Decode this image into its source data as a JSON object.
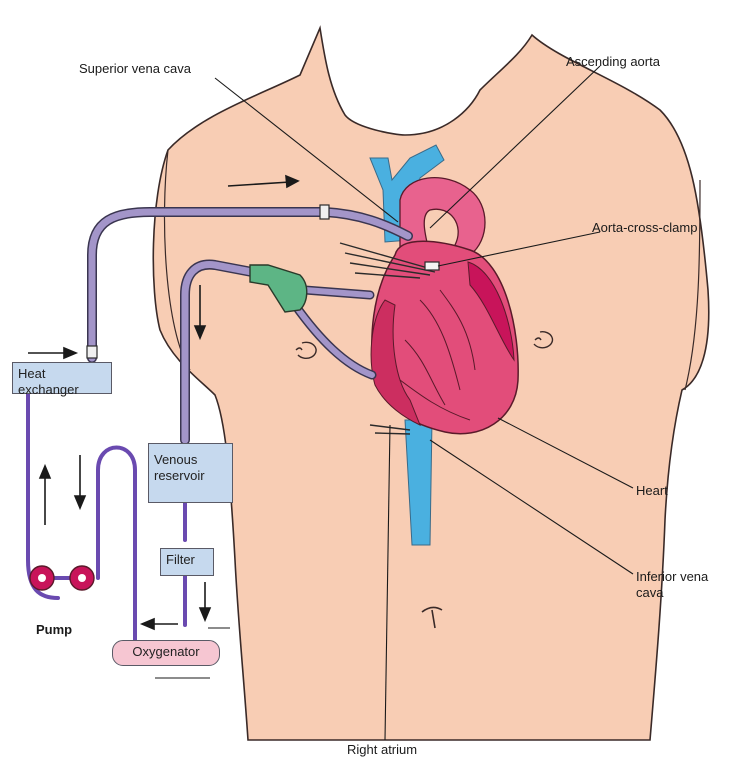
{
  "labels": {
    "superior_vena_cava": "Superior vena cava",
    "ascending_aorta": "Ascending aorta",
    "aorta_cross_clamp": "Aorta-cross-clamp",
    "heart": "Heart",
    "inferior_vena_cava_line1": "Inferior vena",
    "inferior_vena_cava_line2": "cava",
    "right_atrium": "Right atrium"
  },
  "components": {
    "heat_exchanger_line1": "Heat",
    "heat_exchanger_line2": "exchanger",
    "venous_reservoir_line1": "Venous",
    "venous_reservoir_line2": "reservoir",
    "filter": "Filter",
    "oxygenator": "Oxygenator",
    "pump": "Pump"
  },
  "colors": {
    "skin": "#f8cdb4",
    "tube": "#a395c9",
    "vein": "#4ab0e0",
    "heart": "#e24d7a",
    "box": "#c6d9ee",
    "oxygenator": "#f6c6d2",
    "pump": "#c8145a",
    "connector": "#5db585"
  }
}
